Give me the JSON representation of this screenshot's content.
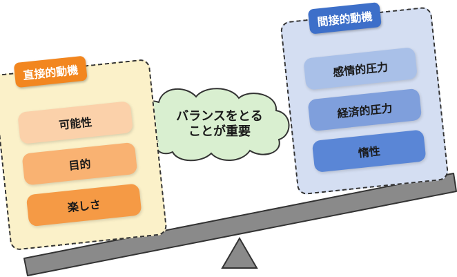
{
  "left_group": {
    "title": "直接的動機",
    "items": [
      "可能性",
      "目的",
      "楽しさ"
    ]
  },
  "right_group": {
    "title": "間接的動機",
    "items": [
      "感情的圧力",
      "経済的圧力",
      "惰性"
    ]
  },
  "center_label": {
    "line1": "バランスをとる",
    "line2": "ことが重要"
  },
  "colors": {
    "left_accent": "#f2861f",
    "right_accent": "#3d6fc9",
    "cloud_fill": "#d9efd0",
    "beam_fill": "#8a8a8a"
  }
}
